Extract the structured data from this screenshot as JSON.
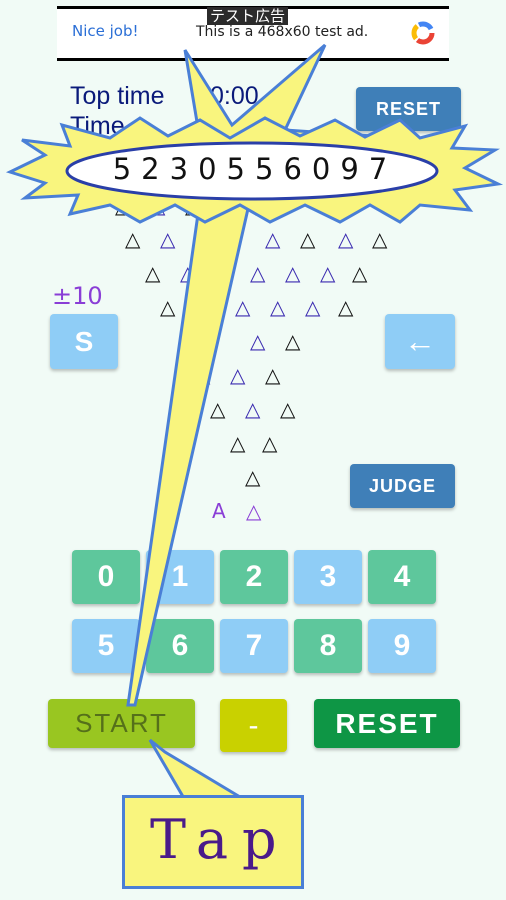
{
  "ad": {
    "tag": "テスト広告",
    "left_text": "Nice job!",
    "text": "This is a 468x60 test ad."
  },
  "header": {
    "top_time_label": "Top time",
    "top_time_value": "0:00",
    "time_label": "Time"
  },
  "buttons": {
    "reset_small": "RESET",
    "judge": "JUDGE",
    "s": "S",
    "back": "←",
    "start": "START",
    "minus": "-",
    "reset_big": "RESET"
  },
  "plus_minus": "±10",
  "burst_digits": "5230556097",
  "keypad": [
    "0",
    "1",
    "2",
    "3",
    "4",
    "5",
    "6",
    "7",
    "8",
    "9"
  ],
  "triangle_rows": [
    [
      "k",
      "b",
      "k",
      "b",
      "k"
    ],
    [
      "k",
      "b",
      "b",
      "b",
      "k",
      "b",
      "k"
    ],
    [
      "k",
      "b",
      "b",
      "b",
      "b",
      "k"
    ],
    [
      "k",
      "b",
      "b",
      "b",
      "b",
      "k"
    ],
    [
      "b",
      "b",
      "k"
    ],
    [
      "b",
      "b",
      "k"
    ],
    [
      "k",
      "b",
      "k"
    ],
    [
      "k",
      "k"
    ],
    [
      "k"
    ],
    [
      "p",
      "p"
    ]
  ],
  "tap_text": "Tap",
  "colors": {
    "background": "#f1fbf6",
    "keypad_green": "#5ec79c",
    "keypad_blue": "#8fcdf6",
    "start": "#99c621",
    "reset": "#0e9645",
    "callout": "#f9f57e"
  }
}
